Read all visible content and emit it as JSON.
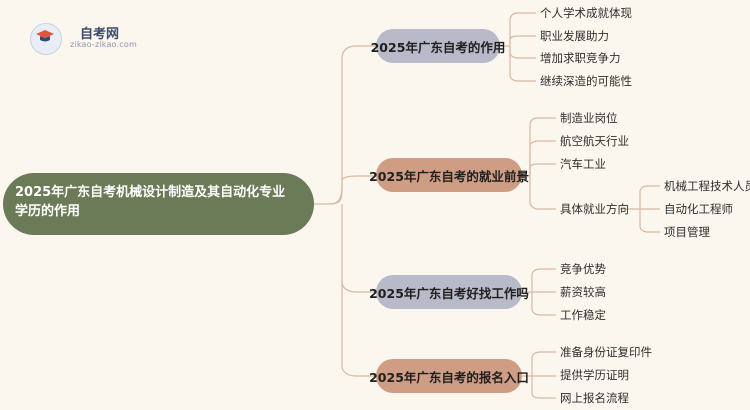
{
  "logo": {
    "name": "自考网",
    "url": "zikao-zikao.com"
  },
  "root": {
    "label": "2025年广东自考机械设计制造及其自动化专业学历的作用"
  },
  "branches": [
    {
      "label": "2025年广东自考的作用",
      "leaves": [
        "个人学术成就体现",
        "职业发展助力",
        "增加求职竞争力",
        "继续深造的可能性"
      ]
    },
    {
      "label": "2025年广东自考的就业前景",
      "leaves": [
        "制造业岗位",
        "航空航天行业",
        "汽车工业",
        "具体就业方向"
      ],
      "sub": {
        "parent": "具体就业方向",
        "leaves": [
          "机械工程技术人员",
          "自动化工程师",
          "项目管理"
        ]
      }
    },
    {
      "label": "2025年广东自考好找工作吗",
      "leaves": [
        "竞争优势",
        "薪资较高",
        "工作稳定"
      ]
    },
    {
      "label": "2025年广东自考的报名入口",
      "leaves": [
        "准备身份证复印件",
        "提供学历证明",
        "网上报名流程"
      ]
    }
  ],
  "colors": {
    "root": "#6b7a57",
    "branch_gray": "#b9bac9",
    "branch_brown": "#cf9d83",
    "line": "#d9b8a3",
    "background": "#fbf6ee"
  }
}
